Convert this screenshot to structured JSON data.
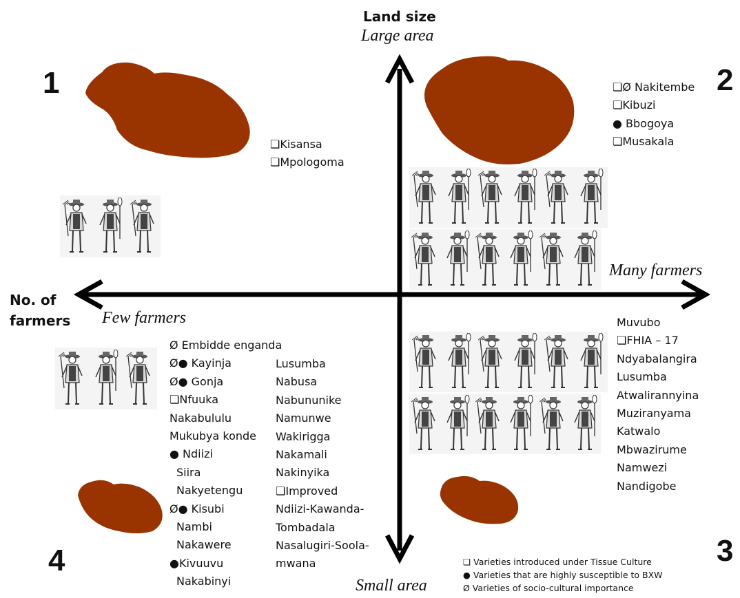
{
  "axes": {
    "vertical_title": "Land size",
    "vertical_top": "Large area",
    "vertical_bottom": "Small area",
    "horizontal_title_line1": "No. of",
    "horizontal_title_line2": "farmers",
    "horizontal_left": "Few farmers",
    "horizontal_right": "Many farmers"
  },
  "quadrants": {
    "q1": {
      "number": "1",
      "varieties": [
        "❏Kisansa",
        "❏Mpologoma"
      ]
    },
    "q2": {
      "number": "2",
      "varieties": [
        "❏Ø Nakitembe",
        "❏Kibuzi",
        "● Bbogoya",
        "❏Musakala"
      ]
    },
    "q3": {
      "number": "3",
      "varieties": [
        "Muvubo",
        "❏FHIA – 17",
        "Ndyabalangira",
        "Lusumba",
        "Atwalirannyina",
        "Muziranyama",
        "Katwalo",
        "Mbwazirume",
        "Namwezi",
        "Nandigobe"
      ]
    },
    "q4": {
      "number": "4",
      "varieties_col1": [
        "Ø Embidde enganda",
        "Ø● Kayinja",
        "Ø● Gonja",
        "❏Nfuuka",
        "Nakabululu",
        "Mukubya konde",
        "● Ndiizi",
        "Siira",
        "Nakyetengu",
        "Ø● Kisubi",
        "Nambi",
        "Nakawere",
        "●Kivuuvu",
        "Nakabinyi"
      ],
      "varieties_col2": [
        "Lusumba",
        "Nabusa",
        "Nabununike",
        "Namunwe",
        "Wakirigga",
        "Nakamali",
        "Nakinyika",
        "❏Improved",
        "Ndiizi-Kawanda-",
        "Tombadala",
        "Nasalugiri-Soola-",
        "mwana"
      ]
    }
  },
  "legend": [
    "❏  Varieties introduced under Tissue Culture",
    "●  Varieties that are highly susceptible to BXW",
    "Ø  Varieties of socio-cultural importance"
  ],
  "colors": {
    "land": "#993300",
    "arrow": "#000000"
  }
}
